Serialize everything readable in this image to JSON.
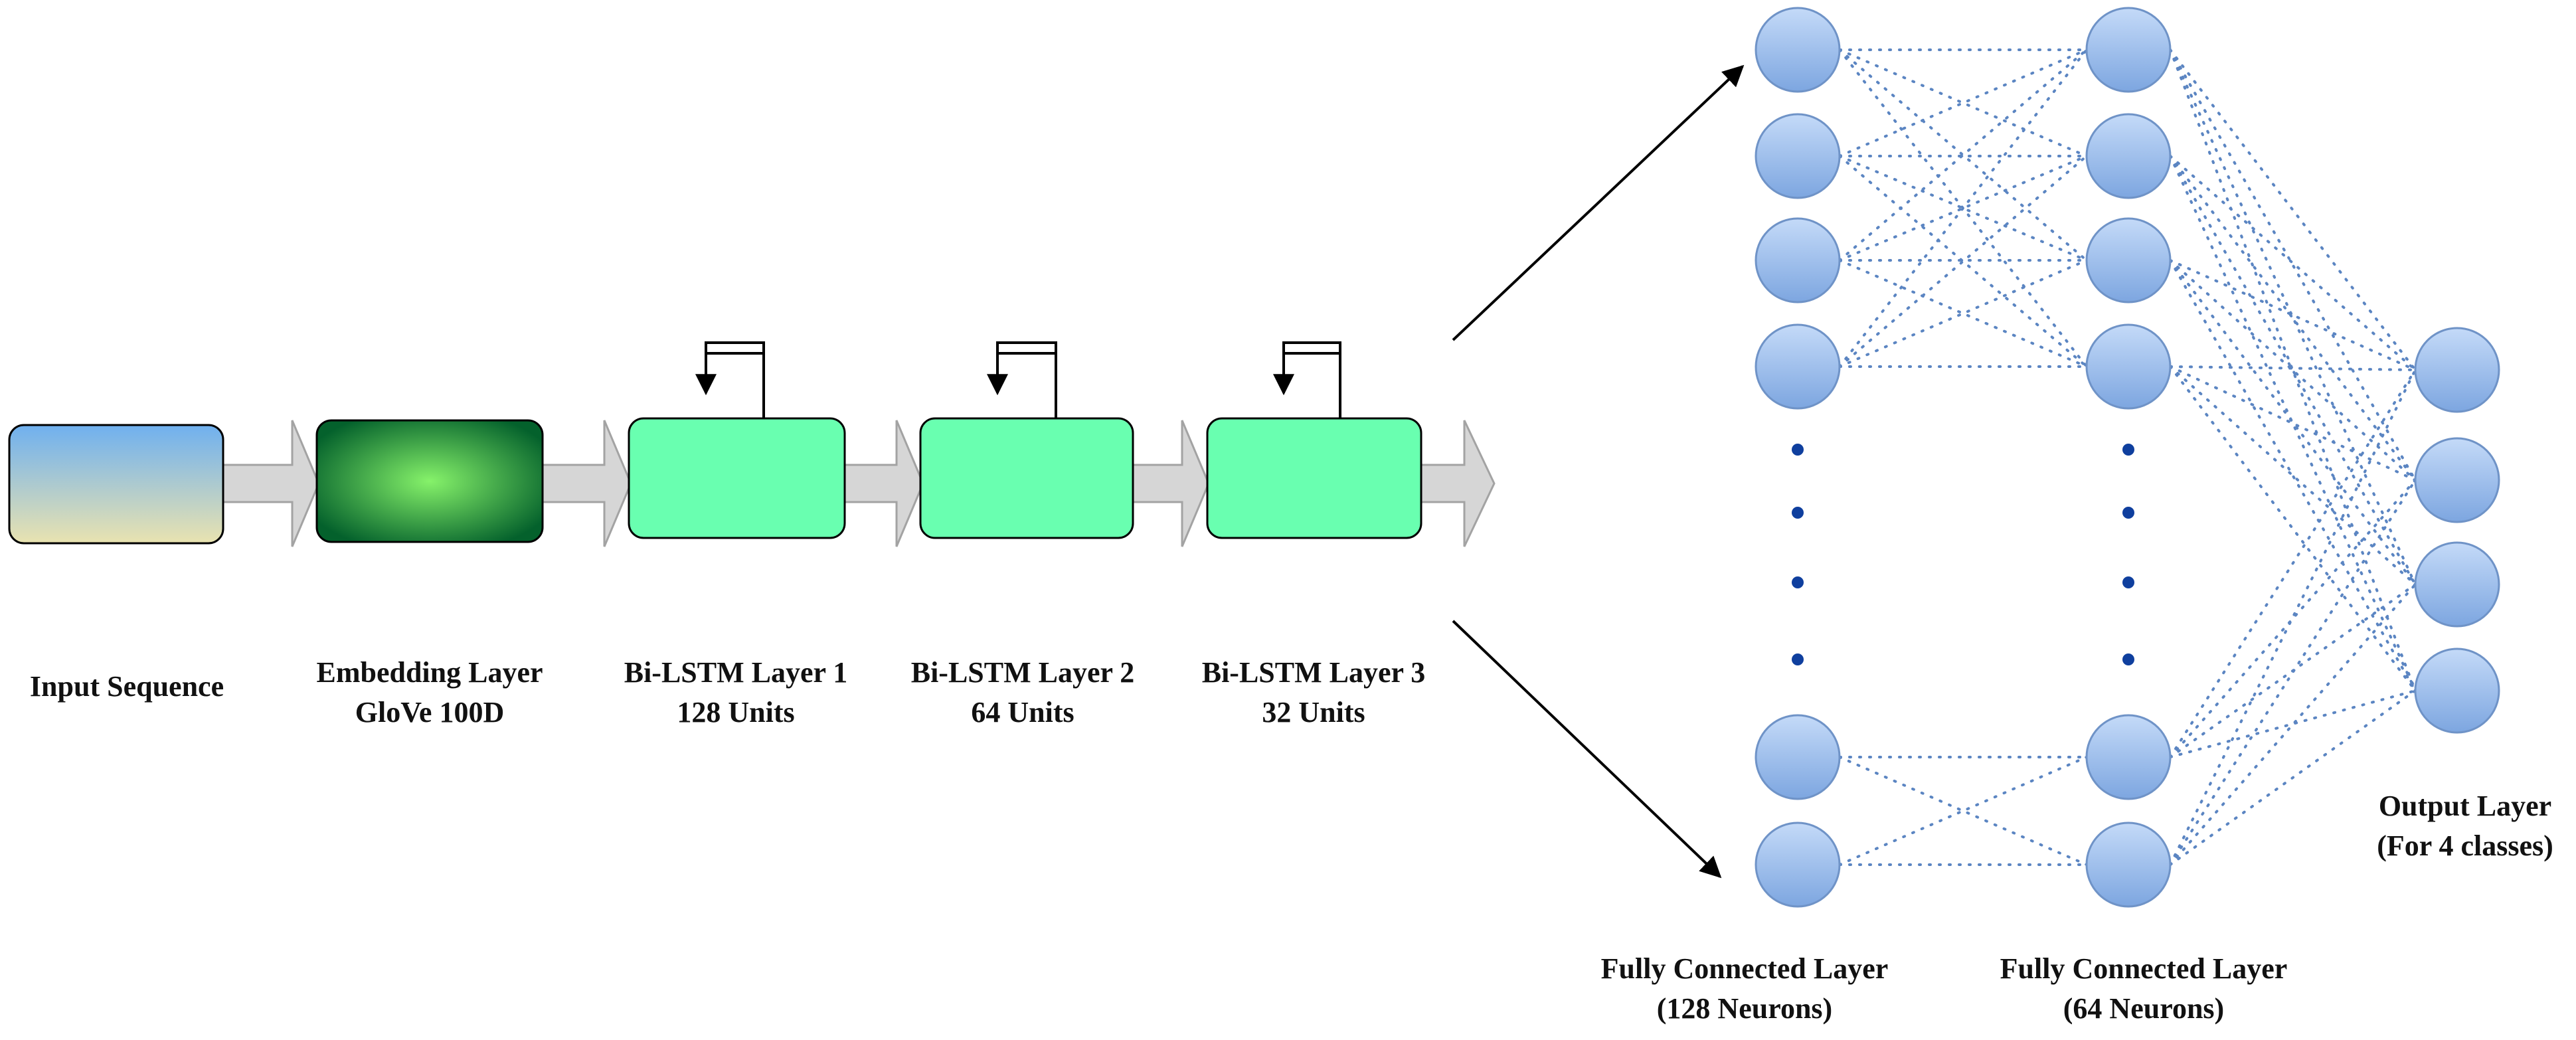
{
  "labels": {
    "input": "Input Sequence",
    "embedding_l1": "Embedding Layer",
    "embedding_l2": "GloVe 100D",
    "lstm1_l1": "Bi-LSTM Layer 1",
    "lstm1_l2": "128 Units",
    "lstm2_l1": "Bi-LSTM Layer 2",
    "lstm2_l2": "64 Units",
    "lstm3_l1": "Bi-LSTM Layer 3",
    "lstm3_l2": "32 Units",
    "fc1_l1": "Fully Connected Layer",
    "fc1_l2": "(128 Neurons)",
    "fc2_l1": "Fully Connected Layer",
    "fc2_l2": "(64 Neurons)",
    "out_l1": "Output Layer",
    "out_l2": "(For 4 classes)"
  },
  "colors": {
    "input_top": "#6fb0ef",
    "input_bottom": "#e9e3b0",
    "embed_center": "#86f26a",
    "embed_edge": "#04612c",
    "lstm_fill": "#69ffb0",
    "arrow_fill": "#d6d6d6",
    "arrow_stroke": "#a3a3a3",
    "neuron_top": "#c4daf8",
    "neuron_bottom": "#7da6e0",
    "neuron_stroke": "#6f93c7",
    "connection": "#5b85c2",
    "ellipsis_dot": "#0f3f9e"
  }
}
